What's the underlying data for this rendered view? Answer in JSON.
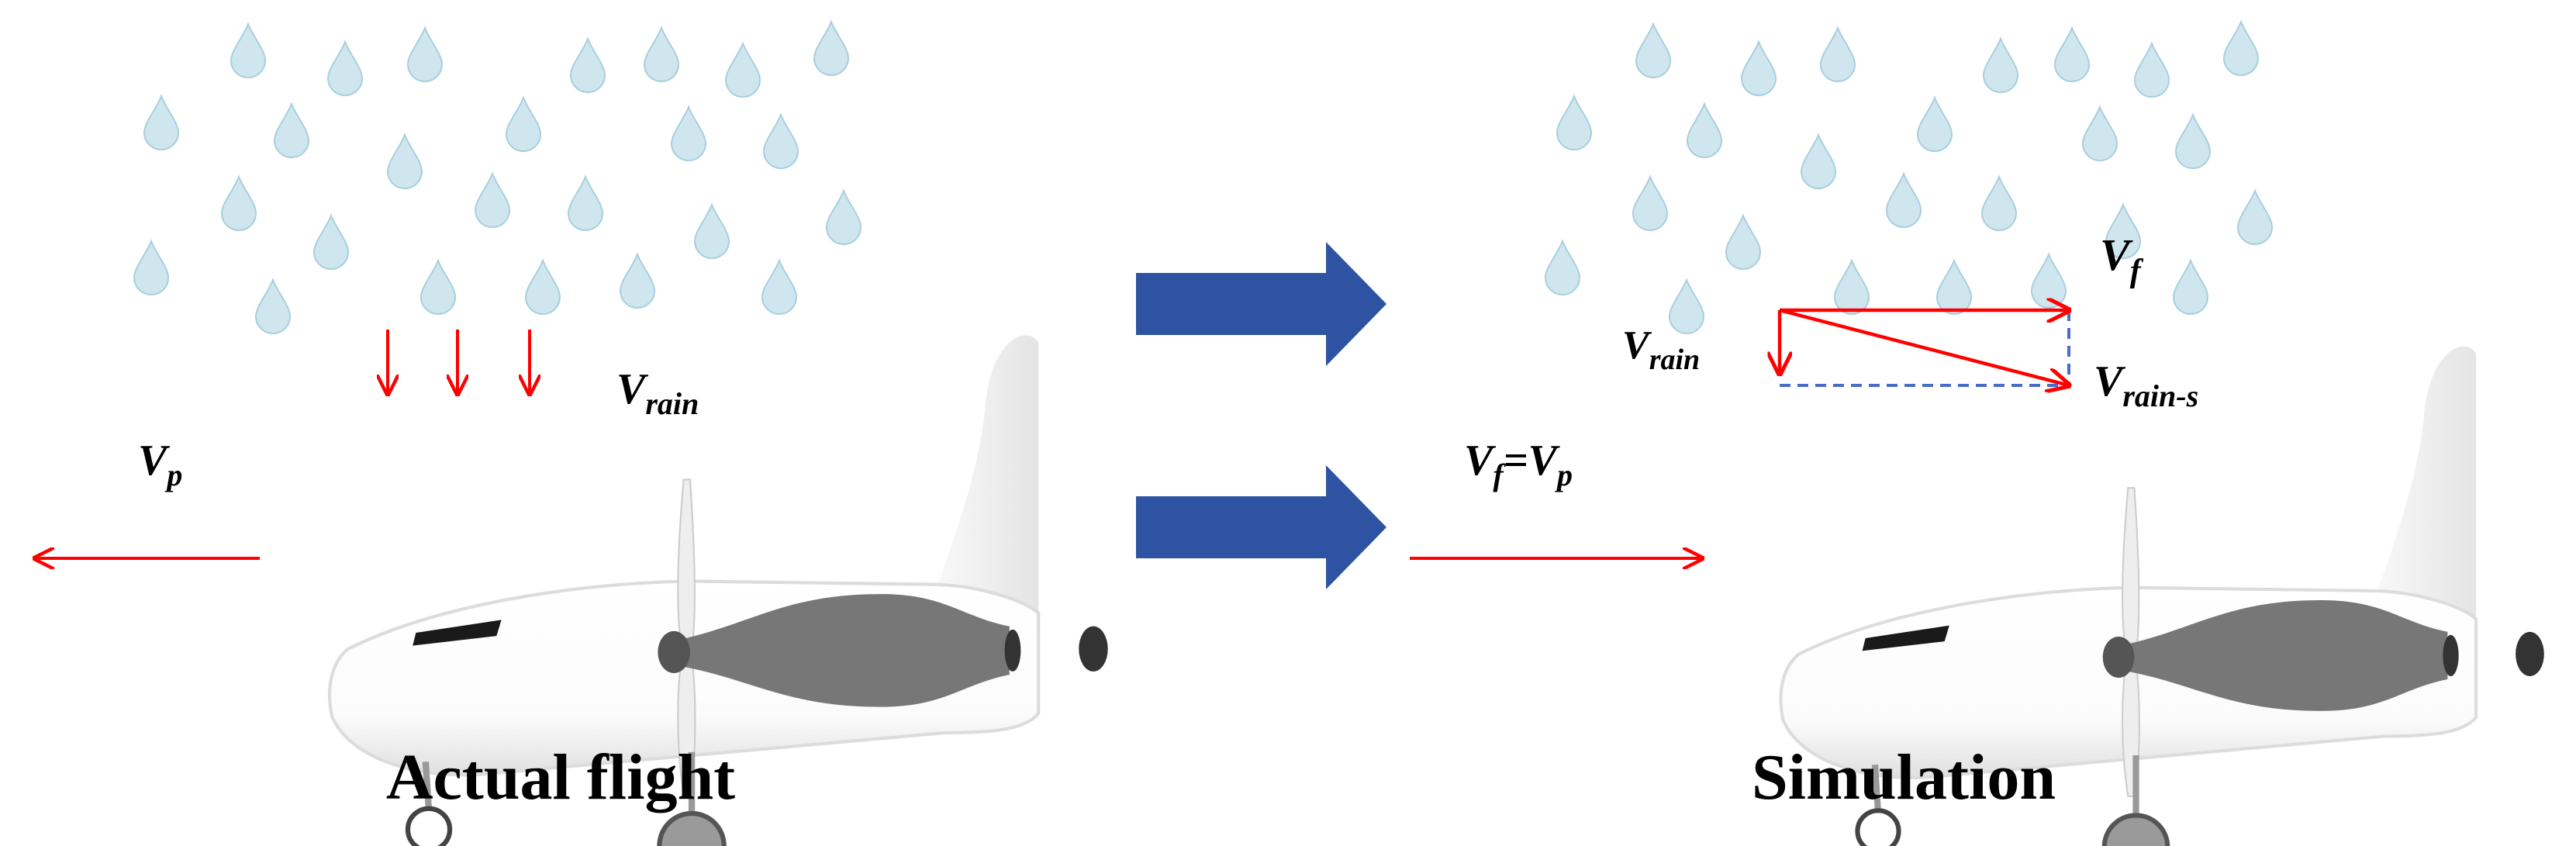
{
  "captions": {
    "left": "Actual flight",
    "right": "Simulation"
  },
  "labels": {
    "v_rain_left": {
      "main": "V",
      "sub": "rain"
    },
    "v_p_left": {
      "main": "V",
      "sub": "p"
    },
    "v_f_right": {
      "main": "V",
      "sub": "f"
    },
    "v_rain_right": {
      "main": "V",
      "sub": "rain"
    },
    "v_rain_s": {
      "main": "V",
      "sub": "rain-s"
    },
    "equation": {
      "a": "V",
      "a_sub": "f",
      "eq": "=",
      "b": "V",
      "b_sub": "p"
    }
  },
  "icons": [
    "raindrop-icon",
    "airplane-icon",
    "block-arrow-icon"
  ],
  "colors": {
    "vector": "#ff0000",
    "raindrop": "#cfe6ef",
    "raindrop_stroke": "#a9cfdd",
    "block_arrow": "#2e53a2",
    "dashed": "#4a6cc8",
    "plane_body": "#ffffff",
    "plane_shadow": "#e6e6e6",
    "engine": "#777777"
  }
}
